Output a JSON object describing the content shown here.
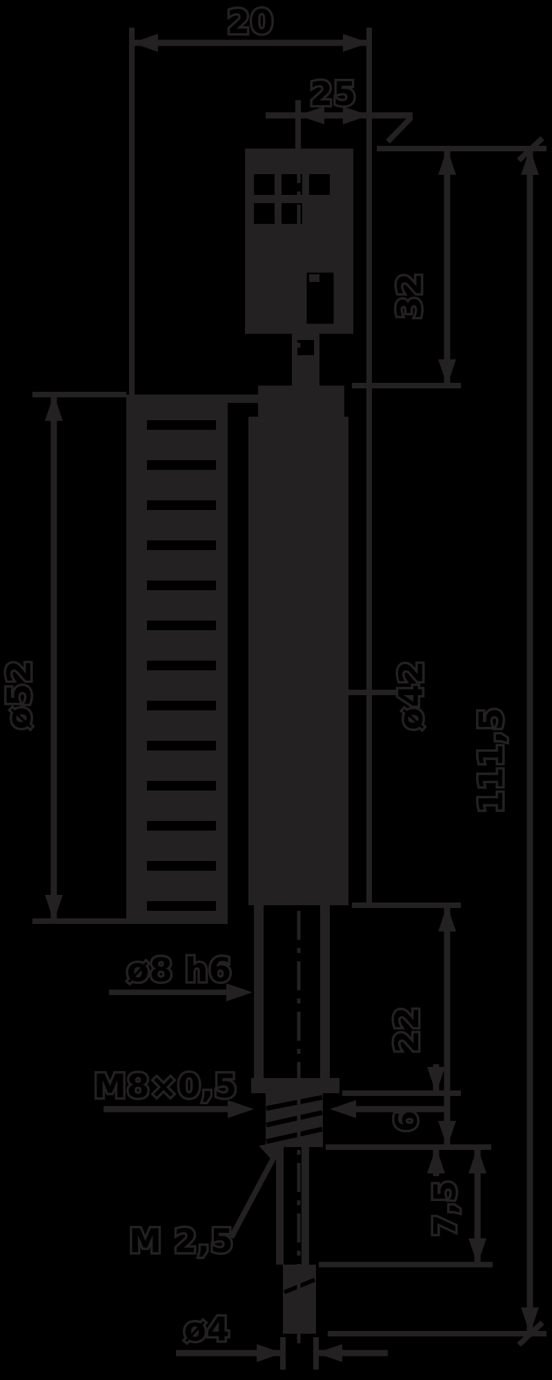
{
  "drawing": {
    "type": "technical-dimension-drawing",
    "part": "dial-indicator-side-view",
    "colors": {
      "background": "#000000",
      "ink": "#242122"
    },
    "labels": {
      "top_width": "20",
      "upper_width": "25",
      "bezel_diameter": "ø52",
      "head_height": "32",
      "body_diameter": "ø42",
      "overall_length": "111,5",
      "stem_length": "22",
      "thread_length": "6",
      "shank_length": "7,5",
      "stem_spec": "ø8 h6",
      "clamp_thread": "M8×0,5",
      "contact_thread": "M 2,5",
      "tip_diameter": "ø4"
    }
  }
}
